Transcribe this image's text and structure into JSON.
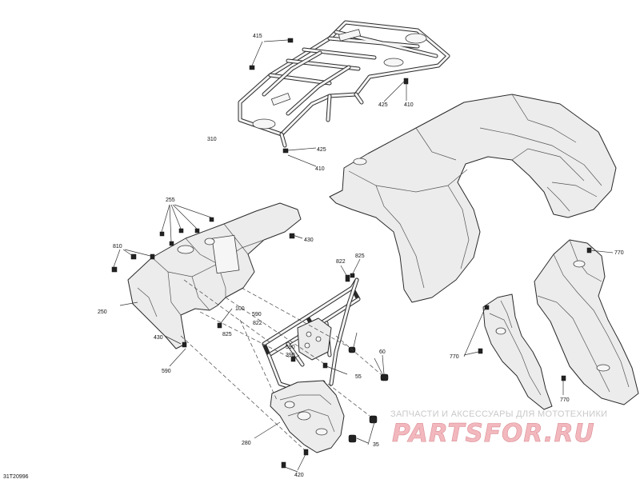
{
  "diagram": {
    "ref_code": "31T20996",
    "callouts": {
      "c415": "415",
      "c425a": "425",
      "c410a": "410",
      "c310": "310",
      "c425b": "425",
      "c410b": "410",
      "c255": "255",
      "c430a": "430",
      "c810": "810",
      "c250": "250",
      "c430b": "430",
      "c590a": "590",
      "c100": "100",
      "c590b": "590",
      "c822a": "822",
      "c825a": "825",
      "c822b": "822",
      "c825b": "825",
      "c590c": "590",
      "c390": "390",
      "c55": "55",
      "c60": "60",
      "c280": "280",
      "c35": "35",
      "c420": "420",
      "c770a": "770",
      "c770b": "770",
      "c770c": "770"
    }
  },
  "watermark": {
    "tagline": "ЗАПЧАСТИ И АКСЕССУАРЫ ДЛЯ МОТОТЕХНИКИ",
    "brand": "PARTSFOR.RU"
  },
  "colors": {
    "line": "#2a2a2a",
    "part_fill": "#ececec",
    "watermark_red": "#f2b8bd"
  }
}
